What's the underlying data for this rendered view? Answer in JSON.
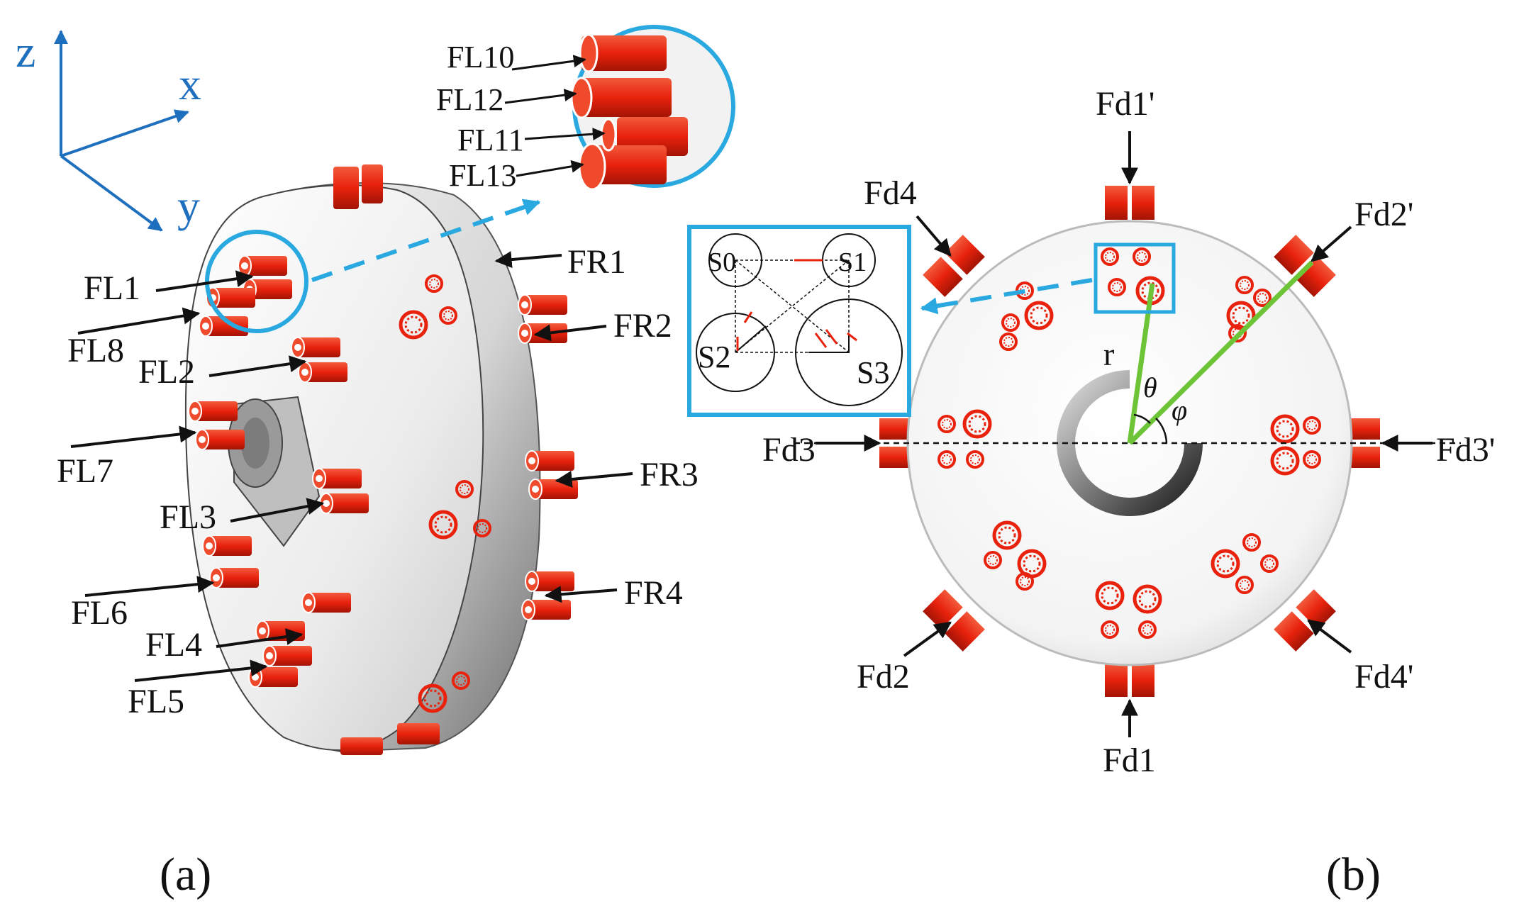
{
  "axes": {
    "z": "z",
    "x": "x",
    "y": "y"
  },
  "panel_a": {
    "caption": "(a)",
    "zoom_labels": [
      "FL10",
      "FL12",
      "FL11",
      "FL13"
    ],
    "left_labels": [
      "FL1",
      "FL8",
      "FL2",
      "FL7",
      "FL3",
      "FL6",
      "FL4",
      "FL5"
    ],
    "right_labels": [
      "FR1",
      "FR2",
      "FR3",
      "FR4"
    ]
  },
  "panel_b": {
    "caption": "(b)",
    "labels": [
      "Fd1'",
      "Fd4",
      "Fd2'",
      "Fd3",
      "Fd3'",
      "Fd2",
      "Fd4'",
      "Fd1"
    ],
    "symbols": {
      "r": "r",
      "theta": "θ",
      "phi": "φ"
    },
    "inset_labels": [
      "S0",
      "S1",
      "S2",
      "S3"
    ]
  },
  "colors": {
    "accent": "#29a9e0",
    "axis": "#1f6fbf",
    "nozzle": "#e8220c",
    "green": "#6cc436",
    "body": "#d9d9d9"
  }
}
